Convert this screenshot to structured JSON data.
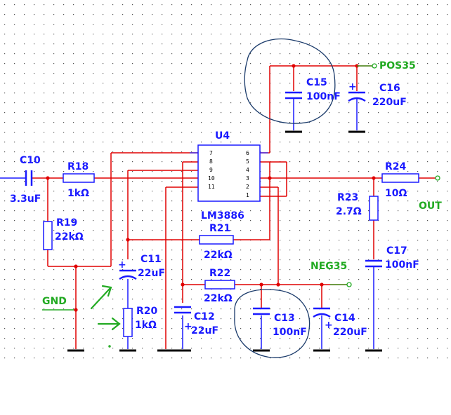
{
  "colors": {
    "wire": "#e00000",
    "component": "#1a1aff",
    "label": "#1a1aff",
    "net_label": "#22aa22",
    "annotation": "#1a3a6a",
    "grid_dot": "#555555"
  },
  "ic": {
    "ref": "U4",
    "part": "LM3886",
    "left_pins": [
      "7",
      "8",
      "9",
      "10",
      "11"
    ],
    "right_pins": [
      "6",
      "5",
      "4",
      "3",
      "2",
      "1"
    ]
  },
  "resistors": {
    "r18": {
      "ref": "R18",
      "value": "1kΩ"
    },
    "r19": {
      "ref": "R19",
      "value": "22kΩ"
    },
    "r20": {
      "ref": "R20",
      "value": "1kΩ"
    },
    "r21": {
      "ref": "R21",
      "value": "22kΩ"
    },
    "r22": {
      "ref": "R22",
      "value": "22kΩ"
    },
    "r23": {
      "ref": "R23",
      "value": "2.7Ω"
    },
    "r24": {
      "ref": "R24",
      "value": "10Ω"
    }
  },
  "capacitors": {
    "c10": {
      "ref": "C10",
      "value": "3.3uF"
    },
    "c11": {
      "ref": "C11",
      "value": "22uF"
    },
    "c12": {
      "ref": "C12",
      "value": "22uF"
    },
    "c13": {
      "ref": "C13",
      "value": "100nF"
    },
    "c14": {
      "ref": "C14",
      "value": "220uF"
    },
    "c15": {
      "ref": "C15",
      "value": "100nF"
    },
    "c16": {
      "ref": "C16",
      "value": "220uF"
    },
    "c17": {
      "ref": "C17",
      "value": "100nF"
    }
  },
  "polarity_mark": "+",
  "nets": {
    "pos": "POS35",
    "neg": "NEG35",
    "gnd": "GND",
    "out": "OUT"
  }
}
